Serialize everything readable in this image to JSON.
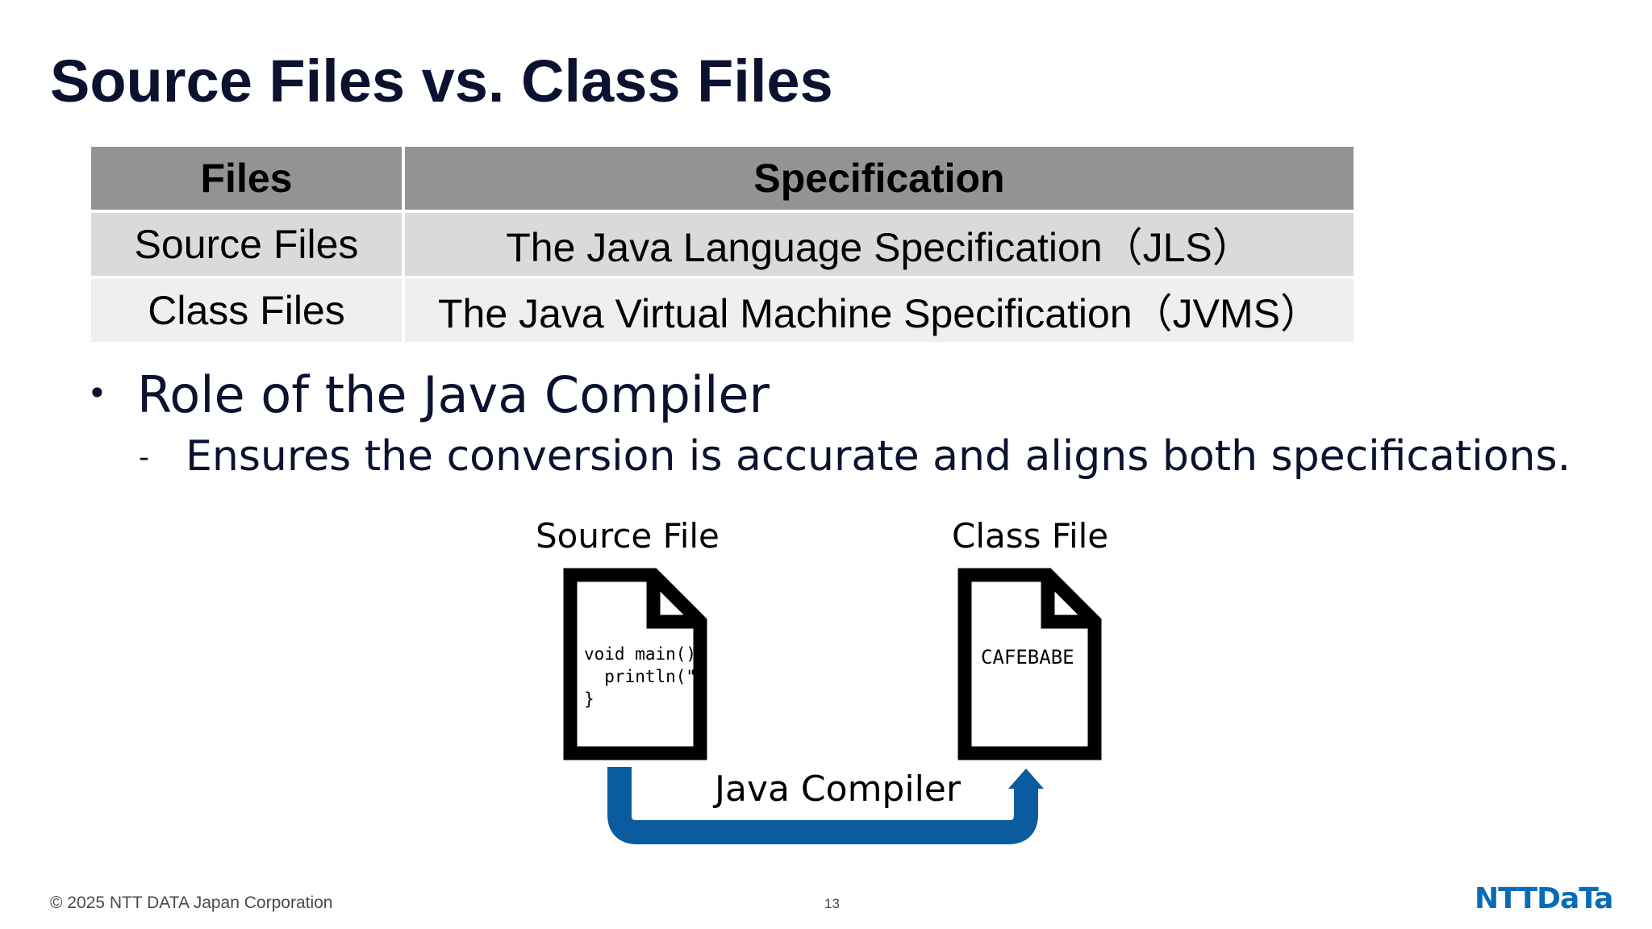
{
  "slide": {
    "title": "Source Files vs. Class Files"
  },
  "table": {
    "headers": [
      "Files",
      "Specification"
    ],
    "rows": [
      [
        "Source Files",
        "The Java Language Specification（JLS）"
      ],
      [
        "Class Files",
        "The Java Virtual Machine Specification（JVMS）"
      ]
    ]
  },
  "bullets": {
    "main_marker": "•",
    "main": "Role of the Java Compiler",
    "sub_marker": "-",
    "sub": "Ensures the conversion is accurate and aligns both specifications."
  },
  "diagram": {
    "source_label": "Source File",
    "class_label": "Class File",
    "source_code": [
      "void main()",
      "  println(\"",
      "}"
    ],
    "class_content": "CAFEBABE",
    "compiler_label": "Java Compiler",
    "arrow_color": "#0a5c9e",
    "icon_names": [
      "document-icon",
      "document-icon",
      "u-turn-arrow-icon"
    ]
  },
  "footer": {
    "copyright": "© 2025 NTT DATA Japan Corporation",
    "page_number": "13",
    "logo_text": "NTTDaTa",
    "brand_color": "#0a6bb5"
  }
}
